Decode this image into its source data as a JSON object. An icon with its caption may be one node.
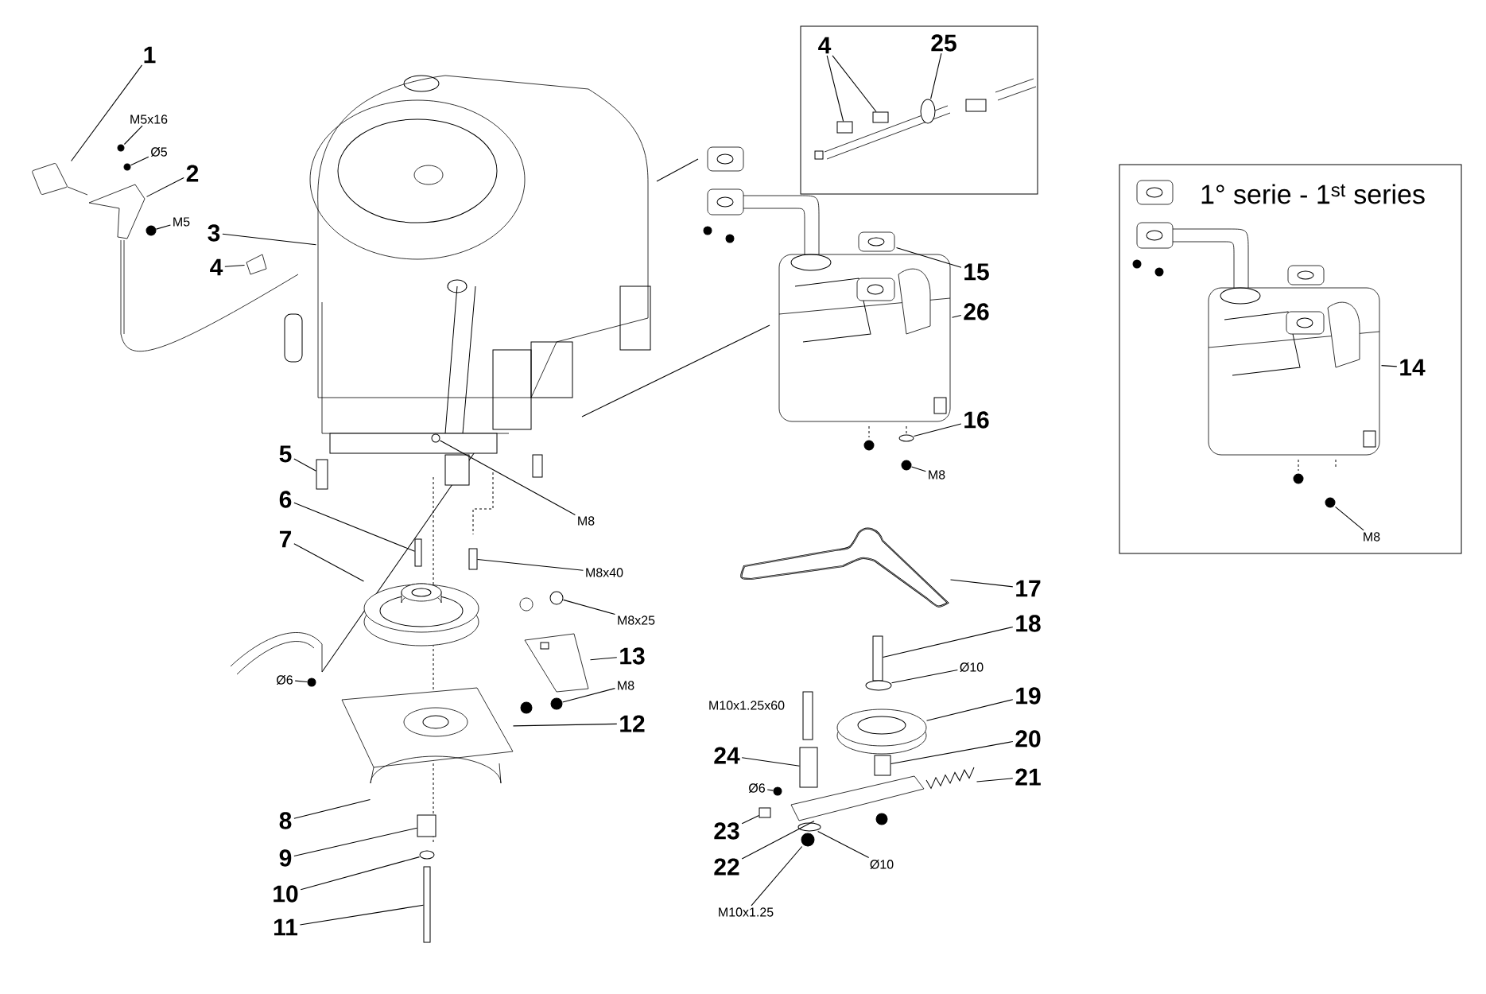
{
  "diagram": {
    "nodes": [
      {
        "text": [
          "1"
        ]
      },
      {
        "text": [
          "M5x16"
        ]
      },
      {
        "text": [
          "Ø5"
        ]
      },
      {
        "text": [
          "2"
        ]
      },
      {
        "text": [
          "M5"
        ]
      },
      {
        "text": [
          "3"
        ]
      },
      {
        "text": [
          "4"
        ]
      },
      {
        "text": [],
        "shape": "box"
      },
      {
        "text": [
          "4"
        ],
        "in": 7
      },
      {
        "text": [
          "25"
        ],
        "in": 7
      },
      {
        "text": [
          "1° serie - 1$^{st}$ series"
        ]
      },
      {
        "text": [
          "14"
        ],
        "in": 10
      },
      {
        "text": [
          "M8"
        ],
        "in": 10
      },
      {
        "text": [
          "15"
        ]
      },
      {
        "text": [
          "26"
        ]
      },
      {
        "text": [
          "16"
        ]
      },
      {
        "text": [
          "M8"
        ]
      },
      {
        "text": [
          "5"
        ]
      },
      {
        "text": [
          "M8"
        ]
      },
      {
        "text": [
          "6"
        ]
      },
      {
        "text": [
          "7"
        ]
      },
      {
        "text": [
          "M8x40"
        ]
      },
      {
        "text": [
          "M8x25"
        ]
      },
      {
        "text": [
          "13"
        ]
      },
      {
        "text": [
          "M8"
        ]
      },
      {
        "text": [
          "Ø6"
        ]
      },
      {
        "text": [
          "12"
        ]
      },
      {
        "text": [
          "8"
        ]
      },
      {
        "text": [
          "9"
        ]
      },
      {
        "text": [
          "10"
        ]
      },
      {
        "text": [
          "11"
        ]
      },
      {
        "text": [
          "17"
        ]
      },
      {
        "text": [
          "18"
        ]
      },
      {
        "text": [
          "Ø10"
        ]
      },
      {
        "text": [
          "19"
        ]
      },
      {
        "text": [
          "20"
        ]
      },
      {
        "text": [
          "21"
        ]
      },
      {
        "text": [
          "24"
        ]
      },
      {
        "text": [
          "Ø6"
        ]
      },
      {
        "text": [
          "23"
        ]
      },
      {
        "text": [
          "22"
        ]
      },
      {
        "text": [
          "Ø10"
        ]
      },
      {
        "text": [
          "M10x1.25"
        ]
      },
      {
        "text": [],
        "shape": "picture"
      },
      {
        "text": [],
        "shape": "circle"
      },
      {
        "text": [],
        "shape": "circle"
      },
      {
        "text": [],
        "shape": "picture"
      },
      {
        "text": [],
        "shape": "circle"
      },
      {
        "text": [],
        "shape": "picture"
      },
      {
        "text": [],
        "shape": "picture"
      },
      {
        "text": [],
        "shape": "box",
        "in": 7
      },
      {
        "text": [],
        "shape": "box",
        "in": 7
      },
      {
        "text": [],
        "shape": "circle",
        "in": 7
      },
      {
        "text": [],
        "shape": "picture",
        "in": 10
      },
      {
        "text": [],
        "shape": "circle",
        "in": 10
      },
      {
        "text": [],
        "shape": "picture"
      },
      {
        "text": [],
        "shape": "picture"
      },
      {
        "text": [],
        "shape": "circle"
      },
      {
        "text": [],
        "shape": "circle"
      },
      {
        "text": [],
        "shape": "box"
      },
      {
        "text": [],
        "shape": "circle"
      },
      {
        "text": [],
        "shape": "box"
      },
      {
        "text": [],
        "shape": "picture"
      },
      {
        "text": [],
        "shape": "box"
      },
      {
        "text": [],
        "shape": "circle"
      },
      {
        "text": [],
        "shape": "picture"
      },
      {
        "text": [],
        "shape": "circle"
      },
      {
        "text": [],
        "shape": "circle"
      },
      {
        "text": [],
        "shape": "picture"
      },
      {
        "text": [],
        "shape": "picture"
      },
      {
        "text": [],
        "shape": "box"
      },
      {
        "text": [],
        "shape": "circle"
      },
      {
        "text": [],
        "shape": "box"
      },
      {
        "text": [],
        "shape": "picture"
      },
      {
        "text": [],
        "shape": "box"
      },
      {
        "text": [],
        "shape": "circle"
      },
      {
        "text": [],
        "shape": "picture"
      },
      {
        "text": [],
        "shape": "box"
      },
      {
        "text": [],
        "shape": "picture"
      },
      {
        "text": [],
        "shape": "box"
      },
      {
        "text": [],
        "shape": "circle"
      },
      {
        "text": [],
        "shape": "box"
      },
      {
        "text": [],
        "shape": "picture"
      },
      {
        "text": [],
        "shape": "circle"
      },
      {
        "text": [],
        "shape": "circle"
      }
    ],
    "edges": [
      {
        "from": 0,
        "to": 43,
        "arrow": "none"
      },
      {
        "from": 1,
        "to": 44,
        "arrow": "none"
      },
      {
        "from": 2,
        "to": 45,
        "arrow": "none"
      },
      {
        "from": 3,
        "to": 46,
        "arrow": "none"
      },
      {
        "from": 4,
        "to": 47,
        "arrow": "none"
      },
      {
        "from": 5,
        "to": 48,
        "arrow": "none"
      },
      {
        "from": 6,
        "to": 49,
        "arrow": "none"
      },
      {
        "from": 8,
        "to": 50,
        "arrow": "none"
      },
      {
        "from": 8,
        "to": 51,
        "arrow": "none"
      },
      {
        "from": 9,
        "to": 52,
        "arrow": "none"
      },
      {
        "from": 11,
        "to": 53,
        "arrow": "none"
      },
      {
        "from": 12,
        "to": 54,
        "arrow": "none"
      },
      {
        "from": 13,
        "to": 55,
        "arrow": "none"
      },
      {
        "from": 14,
        "to": 56,
        "arrow": "none"
      },
      {
        "from": 15,
        "to": 57,
        "arrow": "none"
      },
      {
        "from": 16,
        "to": 58,
        "arrow": "none"
      },
      {
        "from": 17,
        "to": 59,
        "arrow": "none"
      },
      {
        "from": 18,
        "to": 60,
        "arrow": "none"
      },
      {
        "from": 19,
        "to": 61,
        "arrow": "none"
      },
      {
        "from": 20,
        "to": 62,
        "arrow": "none"
      },
      {
        "from": 21,
        "to": 63,
        "arrow": "none"
      },
      {
        "from": 22,
        "to": 64,
        "arrow": "none"
      },
      {
        "from": 23,
        "to": 65,
        "arrow": "none"
      },
      {
        "from": 24,
        "to": 66,
        "arrow": "none"
      },
      {
        "from": 25,
        "to": 67,
        "arrow": "none"
      },
      {
        "from": 26,
        "to": 68,
        "arrow": "none"
      },
      {
        "from": 27,
        "to": 69,
        "arrow": "none"
      },
      {
        "from": 28,
        "to": 70,
        "arrow": "none"
      },
      {
        "from": 29,
        "to": 71,
        "arrow": "none"
      },
      {
        "from": 30,
        "to": 72,
        "arrow": "none"
      },
      {
        "from": 31,
        "to": 73,
        "arrow": "none"
      },
      {
        "from": 32,
        "to": 74,
        "arrow": "none"
      },
      {
        "from": 33,
        "to": 75,
        "arrow": "none"
      },
      {
        "from": 34,
        "to": 76,
        "arrow": "none"
      },
      {
        "from": 35,
        "to": 77,
        "arrow": "none"
      },
      {
        "from": 36,
        "to": 78,
        "arrow": "none"
      },
      {
        "from": 37,
        "to": 79,
        "arrow": "none"
      },
      {
        "from": 38,
        "to": 80,
        "arrow": "none"
      },
      {
        "from": 39,
        "to": 81,
        "arrow": "none"
      },
      {
        "from": 40,
        "to": 82,
        "arrow": "none"
      },
      {
        "from": 41,
        "to": 83,
        "arrow": "none"
      },
      {
        "from": 42,
        "to": 84,
        "arrow": "none"
      }
    ],
    "labels": [
      "M10x1.25x60"
    ]
  }
}
